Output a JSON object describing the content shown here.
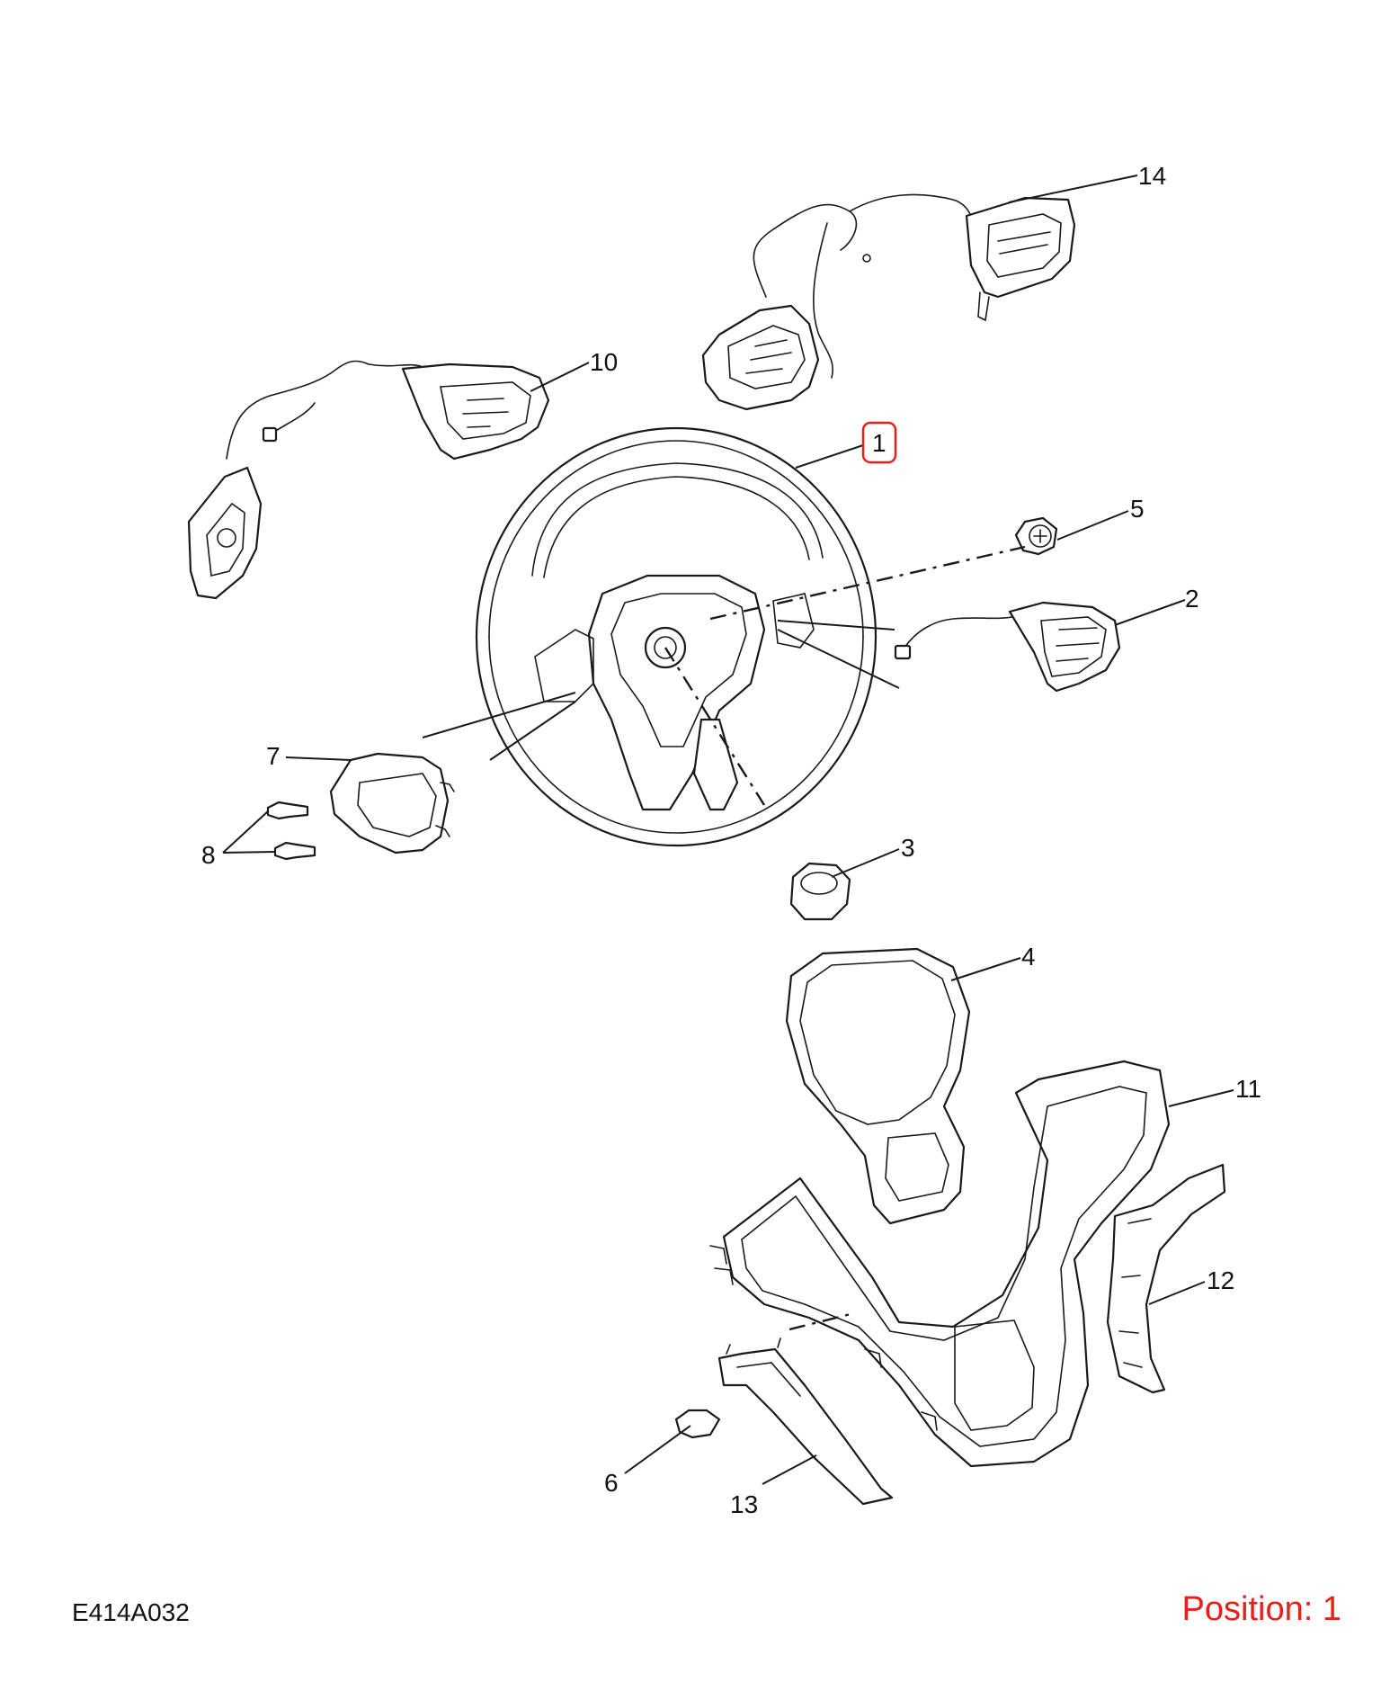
{
  "diagram": {
    "code": "E414A032",
    "position_label": "Position: 1",
    "highlight_color": "#e8201a",
    "line_color": "#1a1a1a",
    "callouts": {
      "c1": "1",
      "c2": "2",
      "c3": "3",
      "c4": "4",
      "c5": "5",
      "c6": "6",
      "c7": "7",
      "c8": "8",
      "c10": "10",
      "c11": "11",
      "c12": "12",
      "c13": "13",
      "c14": "14"
    }
  }
}
